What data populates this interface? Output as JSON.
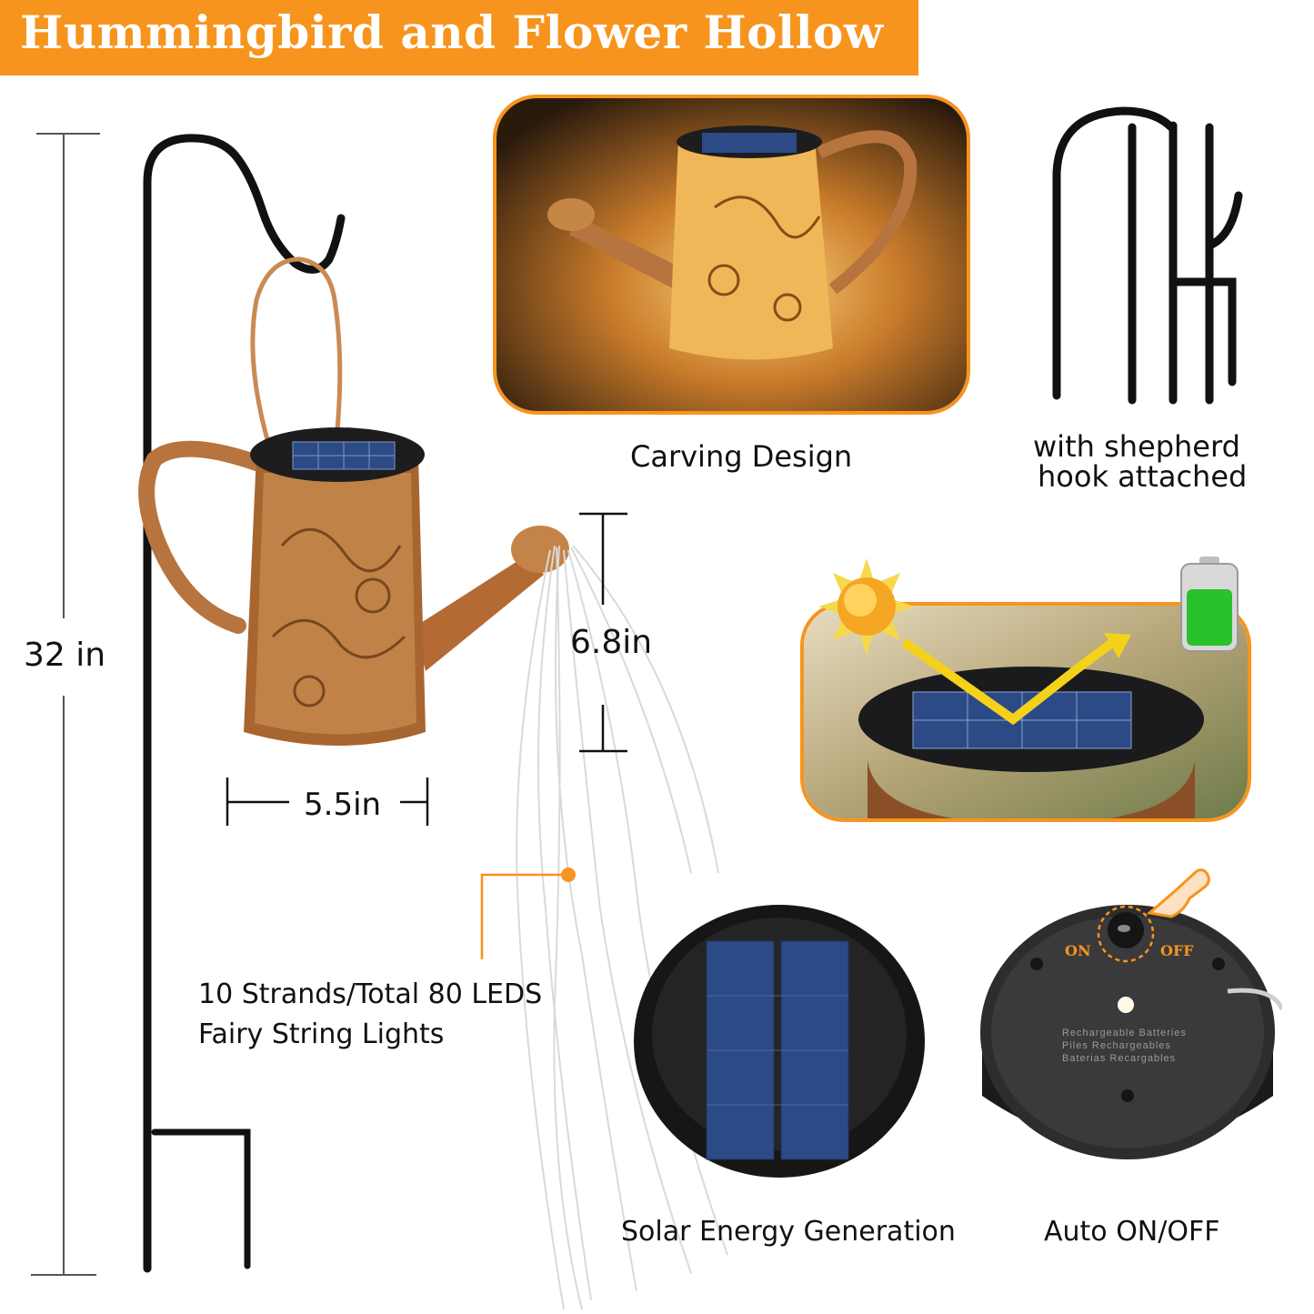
{
  "banner": {
    "title": "Hummingbird and Flower Hollow"
  },
  "dimensions": {
    "height": "32 in",
    "width": "5.5in",
    "string_drop": "6.8in"
  },
  "features": {
    "carving": "Carving Design",
    "hook_line1": "with shepherd",
    "hook_line2": "hook attached",
    "strands_line1": "10 Strands/Total 80 LEDS",
    "strands_line2": "Fairy String Lights",
    "solar": "Solar Energy Generation",
    "auto": "Auto ON/OFF"
  },
  "switch_panel": {
    "on": "ON",
    "off": "OFF",
    "battery_line1": "Rechargeable Batteries",
    "battery_line2": "Piles Rechargeables",
    "battery_line3": "Baterias Recargables"
  },
  "colors": {
    "accent": "#f7941d",
    "copper": "#b8743e",
    "panel_blue": "#2c4a86",
    "stake": "#111111"
  }
}
